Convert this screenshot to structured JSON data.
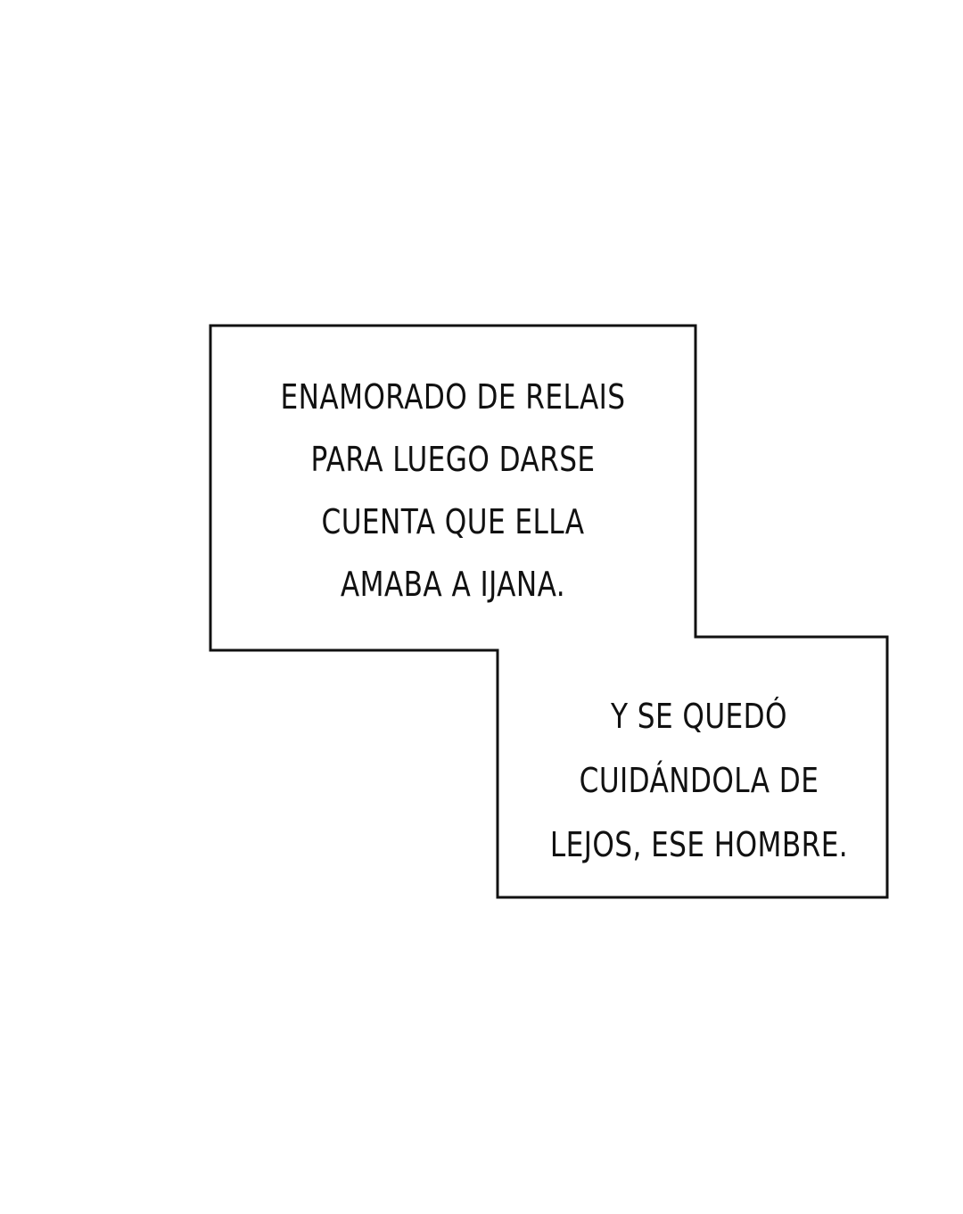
{
  "caption_box_1": {
    "lines": [
      "ENAMORADO DE RELAIS",
      "PARA LUEGO DARSE",
      "CUENTA QUE ELLA",
      "AMABA A IJANA."
    ]
  },
  "caption_box_2": {
    "lines": [
      "Y SE QUEDÓ",
      "CUIDÁNDOLA DE",
      "LEJOS, ESE HOMBRE."
    ]
  },
  "colors": {
    "background": "#ffffff",
    "border": "#111111",
    "text": "#111111"
  }
}
